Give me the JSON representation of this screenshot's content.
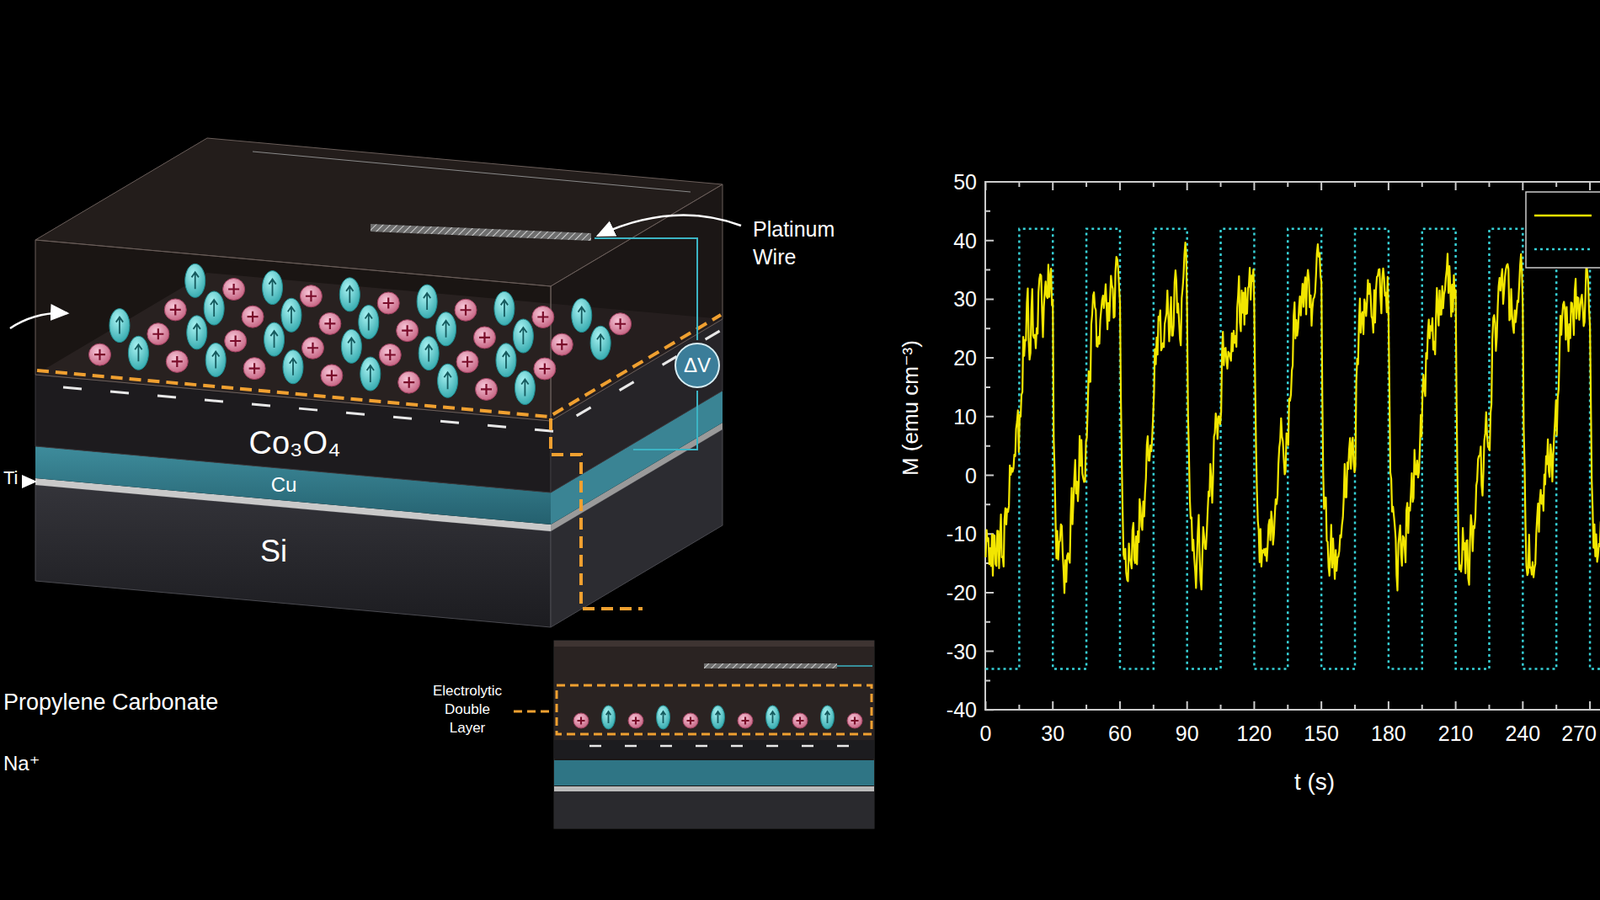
{
  "diagram": {
    "nodes": [
      {
        "text": [
          "ΔV"
        ]
      },
      {
        "text": [
          "Co₃O₄"
        ]
      },
      {
        "text": [
          "Cu"
        ]
      },
      {
        "text": [
          "Si"
        ]
      }
    ],
    "labels": [
      "Platinum Wire",
      "Ti",
      "Propylene Carbonate",
      "Na⁺",
      "Electrolytic Double Layer",
      "M (emu cm⁻³)",
      "t (s)",
      "50",
      "40",
      "30",
      "20",
      "10",
      "0",
      "-10",
      "-20",
      "-30",
      "-40",
      "0",
      "30",
      "60",
      "90",
      "120",
      "150",
      "180",
      "210",
      "240",
      "270"
    ]
  }
}
